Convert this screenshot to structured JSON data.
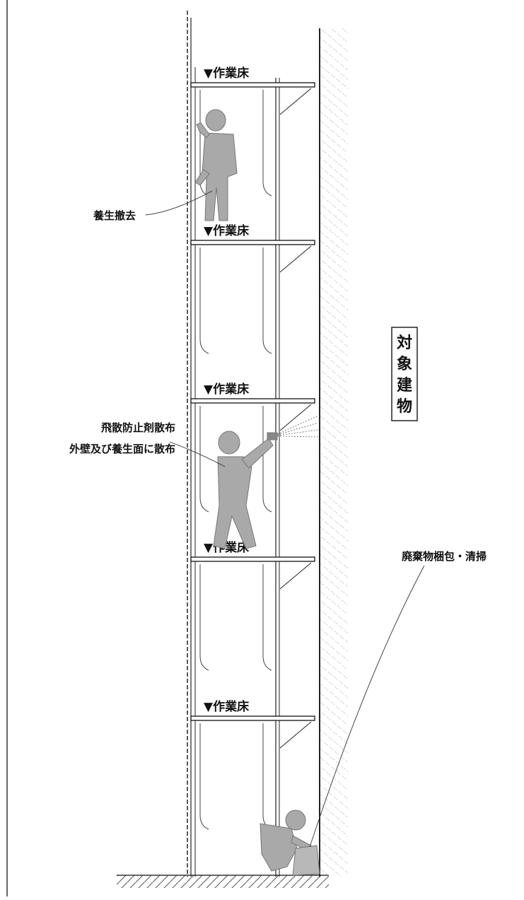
{
  "floors": [
    {
      "label": "▼作業床"
    },
    {
      "label": "▼作業床"
    },
    {
      "label": "▼作業床"
    },
    {
      "label": "▼作業床"
    },
    {
      "label": "▼作業床"
    }
  ],
  "callouts": {
    "curing_removal": "養生撤去",
    "spray_line1": "飛散防止剤散布",
    "spray_line2": "外壁及び養生面に散布",
    "waste_packing": "廃棄物梱包・清掃"
  },
  "building": {
    "label_chars": [
      "対",
      "象",
      "建",
      "物"
    ]
  },
  "colors": {
    "line": "#222222",
    "figure": "#a9a9a9",
    "hatch": "#9a9a9a"
  }
}
